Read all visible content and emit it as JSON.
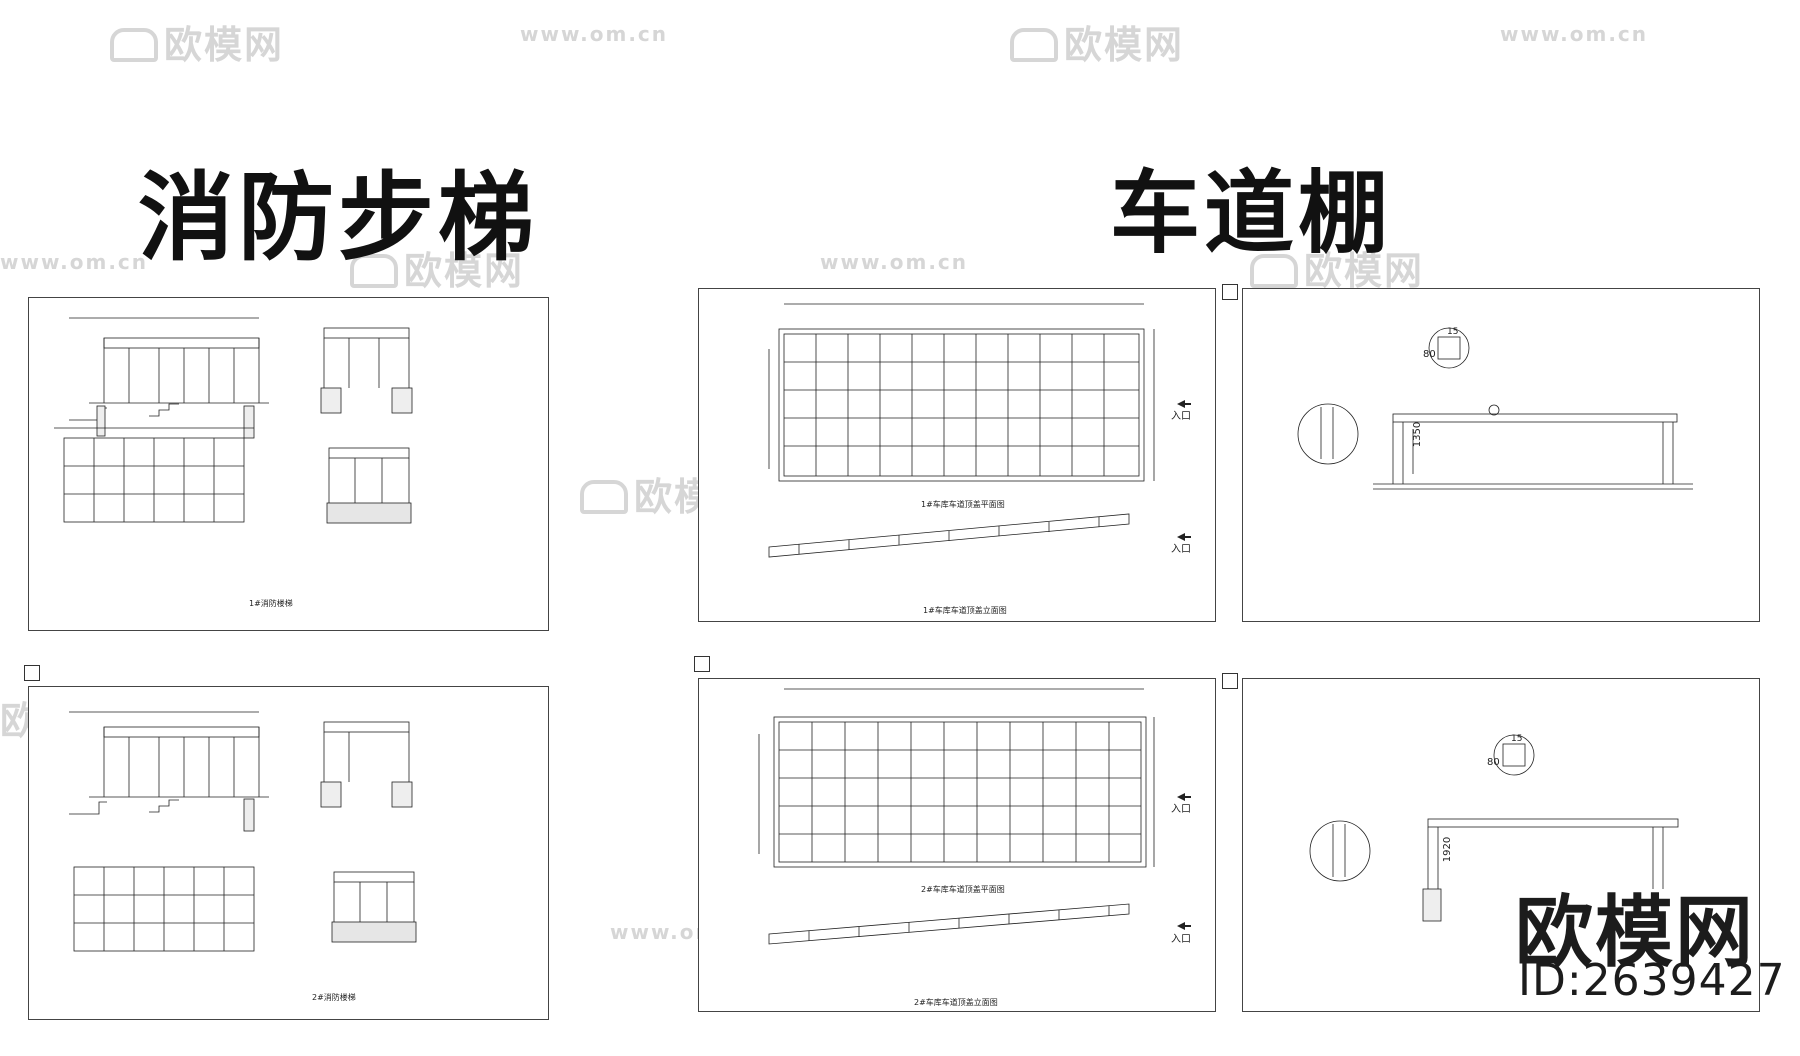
{
  "titles": {
    "left": "消防步梯",
    "right": "车道棚"
  },
  "watermark": {
    "cn": "欧模网",
    "url": "www.om.cn"
  },
  "sheets": {
    "stair1": {
      "caption": "1#消防楼梯"
    },
    "stair2": {
      "caption": "2#消防楼梯"
    },
    "canopy1": {
      "plan_caption": "1#车库车道顶盖平面图",
      "elev_caption": "1#车库车道顶盖立面图",
      "entry": "入口"
    },
    "canopy2": {
      "plan_caption": "2#车库车道顶盖平面图",
      "elev_caption": "2#车库车道顶盖立面图",
      "entry": "入口"
    },
    "section1": {
      "dim": "1350",
      "d1": "80",
      "d2": "15"
    },
    "section2": {
      "dim": "1920",
      "d1": "80",
      "d2": "15"
    }
  },
  "brand": {
    "name": "欧模网",
    "id": "ID:2639427"
  }
}
